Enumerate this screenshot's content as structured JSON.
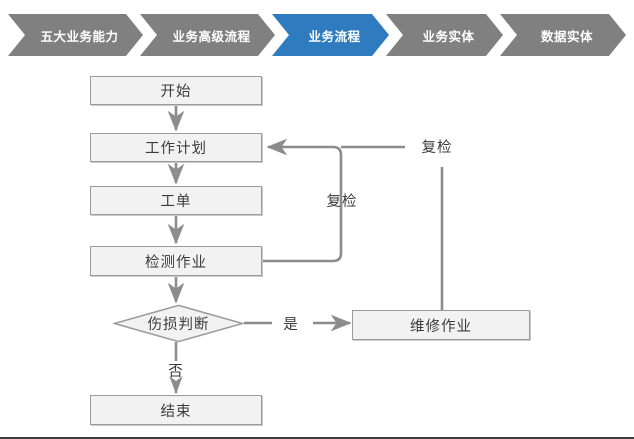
{
  "breadcrumb": {
    "items": [
      {
        "label": "五大业务能力",
        "state": "inactive",
        "color": "#808080"
      },
      {
        "label": "业务高级流程",
        "state": "inactive",
        "color": "#808080"
      },
      {
        "label": "业务流程",
        "state": "active",
        "color": "#2e7cbf"
      },
      {
        "label": "业务实体",
        "state": "inactive",
        "color": "#808080"
      },
      {
        "label": "数据实体",
        "state": "inactive",
        "color": "#808080"
      }
    ]
  },
  "flowchart": {
    "nodes": [
      {
        "id": "start",
        "label": "开始",
        "shape": "rect"
      },
      {
        "id": "work-plan",
        "label": "工作计划",
        "shape": "rect"
      },
      {
        "id": "work-order",
        "label": "工单",
        "shape": "rect"
      },
      {
        "id": "inspection",
        "label": "检测作业",
        "shape": "rect"
      },
      {
        "id": "damage",
        "label": "伤损判断",
        "shape": "diamond"
      },
      {
        "id": "repair",
        "label": "维修作业",
        "shape": "rect"
      },
      {
        "id": "end",
        "label": "结束",
        "shape": "rect"
      }
    ],
    "edge_labels": {
      "recheck_inner": "复检",
      "recheck_outer": "复检",
      "yes": "是",
      "no": "否"
    },
    "colors": {
      "node_fill": "#f2f2f2",
      "node_border": "#9b9b9b",
      "connector": "#8c8c8c",
      "text": "#3b3b3b"
    }
  }
}
